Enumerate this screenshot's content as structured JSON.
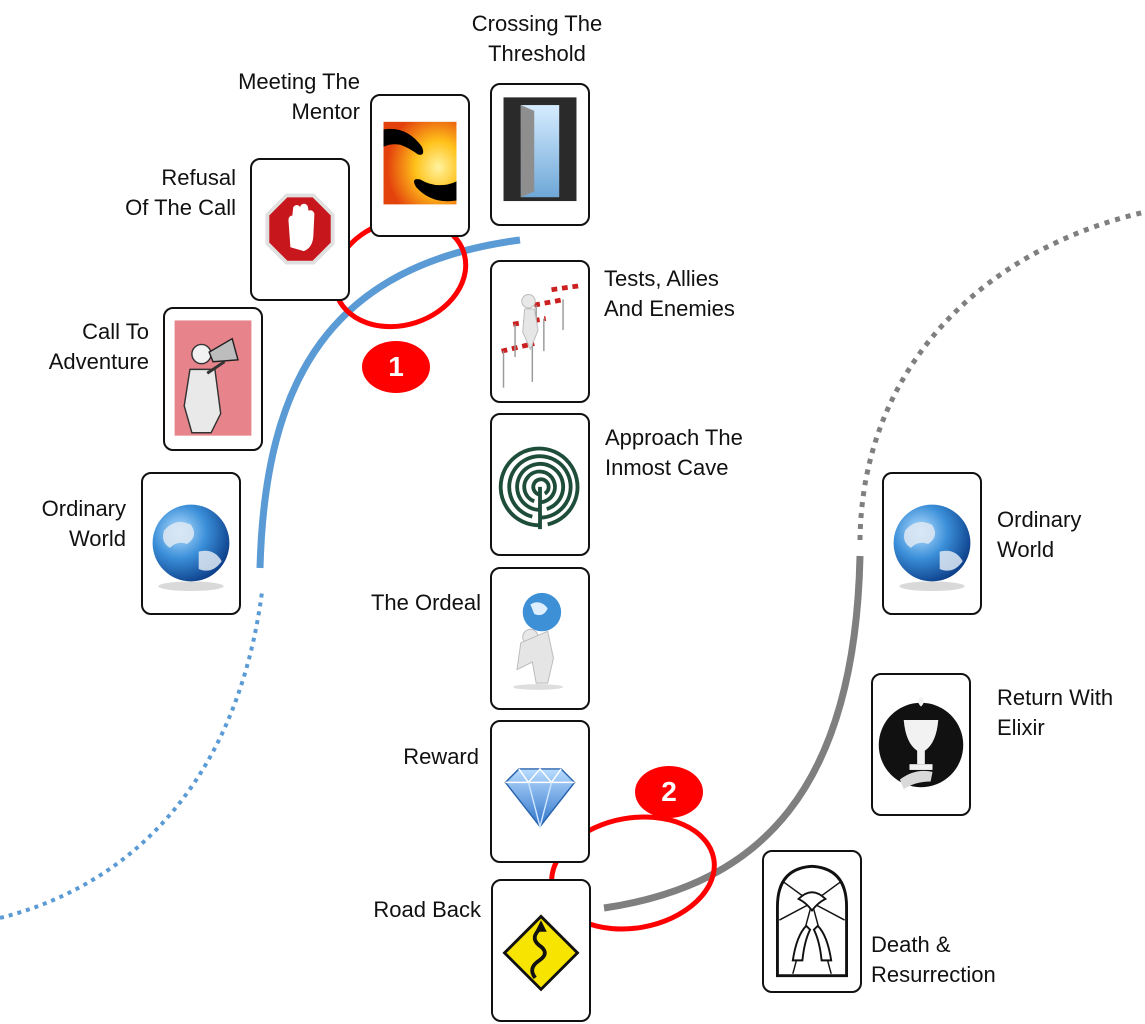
{
  "stages": {
    "ordinary_world_start": {
      "line1": "Ordinary",
      "line2": "World",
      "icon": "globe-icon"
    },
    "call_to_adventure": {
      "line1": "Call To",
      "line2": "Adventure",
      "icon": "megaphone-man-icon"
    },
    "refusal_of_the_call": {
      "line1": "Refusal",
      "line2": "Of The Call",
      "icon": "stop-hand-icon"
    },
    "meeting_the_mentor": {
      "line1": "Meeting The",
      "line2": "Mentor",
      "icon": "reaching-hands-icon"
    },
    "crossing_the_threshold": {
      "line1": "Crossing The",
      "line2": "Threshold",
      "icon": "open-door-icon"
    },
    "tests_allies_enemies": {
      "line1": "Tests, Allies",
      "line2": "And Enemies",
      "icon": "hurdles-icon"
    },
    "approach_inmost_cave": {
      "line1": "Approach The",
      "line2": "Inmost Cave",
      "icon": "labyrinth-icon"
    },
    "the_ordeal": {
      "line1": "The Ordeal",
      "icon": "carrying-globe-icon"
    },
    "reward": {
      "line1": "Reward",
      "icon": "diamond-icon"
    },
    "road_back": {
      "line1": "Road Back",
      "icon": "winding-road-sign-icon"
    },
    "death_resurrection": {
      "line1": "Death &",
      "line2": "Resurrection",
      "icon": "dove-window-icon"
    },
    "return_with_elixir": {
      "line1": "Return With",
      "line2": "Elixir",
      "icon": "chalice-icon"
    },
    "ordinary_world_end": {
      "line1": "Ordinary",
      "line2": "World",
      "icon": "globe-icon"
    }
  },
  "markers": {
    "threshold_one": {
      "label": "1"
    },
    "threshold_two": {
      "label": "2"
    }
  },
  "colors": {
    "departure_path": "#5b9bd5",
    "return_path": "#7f7f7f",
    "highlight": "#ff0000",
    "card_border": "#111111"
  }
}
